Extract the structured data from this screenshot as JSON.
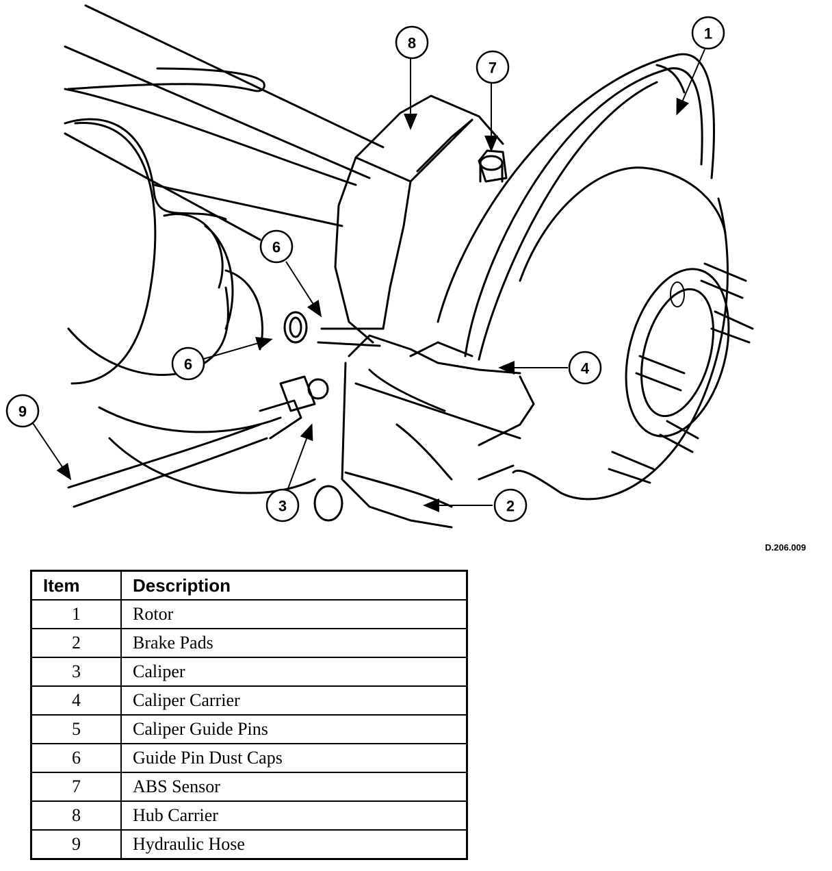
{
  "diagram": {
    "reference_code": "D.206.009",
    "callouts": [
      "1",
      "2",
      "3",
      "4",
      "6",
      "6",
      "7",
      "8",
      "9"
    ]
  },
  "table": {
    "headers": {
      "item": "Item",
      "description": "Description"
    },
    "rows": [
      {
        "item": "1",
        "description": "Rotor"
      },
      {
        "item": "2",
        "description": "Brake Pads"
      },
      {
        "item": "3",
        "description": "Caliper"
      },
      {
        "item": "4",
        "description": "Caliper Carrier"
      },
      {
        "item": "5",
        "description": "Caliper Guide Pins"
      },
      {
        "item": "6",
        "description": "Guide Pin Dust Caps"
      },
      {
        "item": "7",
        "description": "ABS Sensor"
      },
      {
        "item": "8",
        "description": "Hub Carrier"
      },
      {
        "item": "9",
        "description": "Hydraulic Hose"
      }
    ]
  }
}
